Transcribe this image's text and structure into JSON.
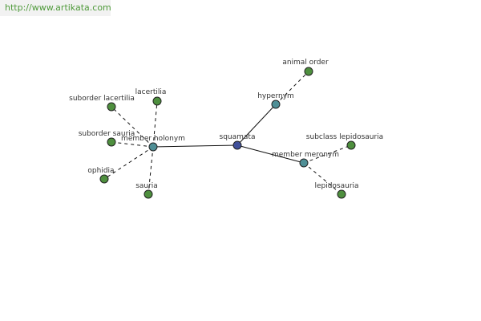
{
  "watermark": "http://www.artikata.com",
  "colors": {
    "center": "#3f4f9a",
    "relation": "#4f8f96",
    "leaf": "#4e8f3e"
  },
  "diagram": {
    "center": {
      "id": "squamata",
      "label": "squamata"
    },
    "relations": [
      {
        "id": "hypernym",
        "label": "hypernym",
        "leaves": [
          {
            "id": "animal-order",
            "label": "animal order"
          }
        ]
      },
      {
        "id": "member-holonym",
        "label": "member holonym",
        "leaves": [
          {
            "id": "suborder-lacertilia",
            "label": "suborder lacertilia"
          },
          {
            "id": "lacertilia",
            "label": "lacertilia"
          },
          {
            "id": "suborder-sauria",
            "label": "suborder sauria"
          },
          {
            "id": "ophidia",
            "label": "ophidia"
          },
          {
            "id": "sauria",
            "label": "sauria"
          }
        ]
      },
      {
        "id": "member-meronym",
        "label": "member meronym",
        "leaves": [
          {
            "id": "subclass-lepidosauria",
            "label": "subclass lepidosauria"
          },
          {
            "id": "lepidosauria",
            "label": "lepidosauria"
          }
        ]
      }
    ]
  }
}
